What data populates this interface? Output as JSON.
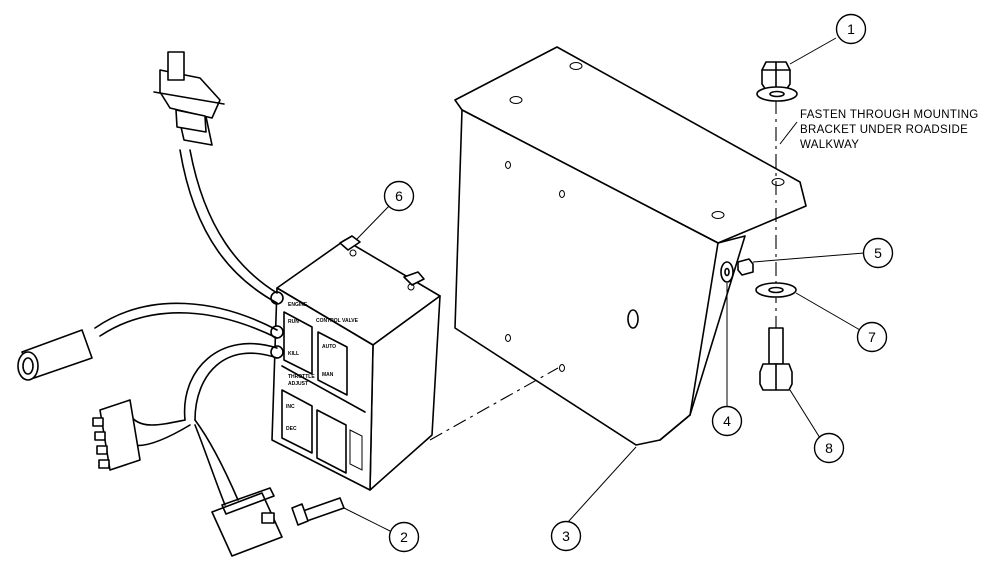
{
  "note": {
    "lines": [
      "FASTEN THROUGH MOUNTING",
      "BRACKET UNDER ROADSIDE",
      "WALKWAY"
    ]
  },
  "callouts": [
    {
      "label": "1"
    },
    {
      "label": "2"
    },
    {
      "label": "3"
    },
    {
      "label": "4"
    },
    {
      "label": "5"
    },
    {
      "label": "6"
    },
    {
      "label": "7"
    },
    {
      "label": "8"
    }
  ],
  "control_box": {
    "panel_labels": {
      "engine": "ENGINE",
      "control_valve": "CONTROL VALVE",
      "throttle": "THROTTLE",
      "adjust": "ADJUST",
      "run": "RUN",
      "kill": "KILL",
      "auto": "AUTO",
      "man": "MAN",
      "inc": "INC",
      "dec": "DEC"
    }
  }
}
